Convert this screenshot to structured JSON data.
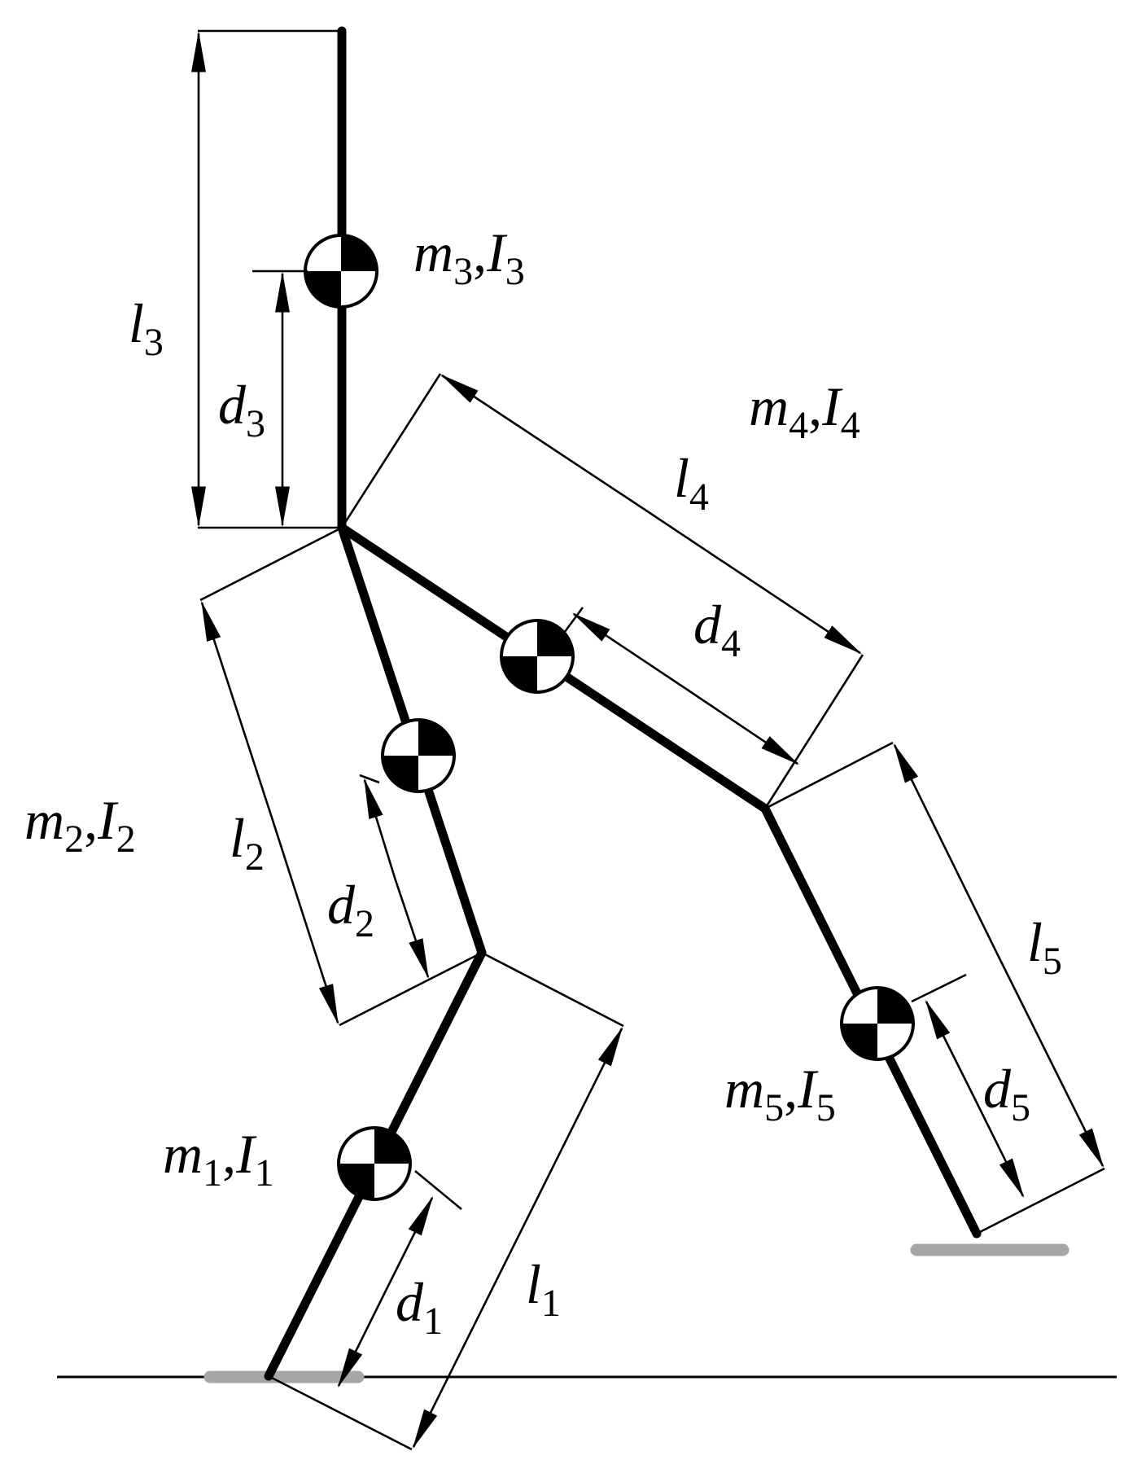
{
  "colors": {
    "ink": "#000000",
    "foot": "#a6a6a6",
    "background": "#ffffff"
  },
  "labels": {
    "l3": {
      "base": "l",
      "sub": "3"
    },
    "d3": {
      "base": "d",
      "sub": "3"
    },
    "m3": {
      "m": "m",
      "msub": "3",
      "sep": ",",
      "i": "I",
      "isub": "3"
    },
    "m4": {
      "m": "m",
      "msub": "4",
      "sep": ",",
      "i": "I",
      "isub": "4"
    },
    "l4": {
      "base": "l",
      "sub": "4"
    },
    "d4": {
      "base": "d",
      "sub": "4"
    },
    "m2": {
      "m": "m",
      "msub": "2",
      "sep": ",",
      "i": "I",
      "isub": "2"
    },
    "l2": {
      "base": "l",
      "sub": "2"
    },
    "d2": {
      "base": "d",
      "sub": "2"
    },
    "l5": {
      "base": "l",
      "sub": "5"
    },
    "d5": {
      "base": "d",
      "sub": "5"
    },
    "m5": {
      "m": "m",
      "msub": "5",
      "sep": ",",
      "i": "I",
      "isub": "5"
    },
    "m1": {
      "m": "m",
      "msub": "1",
      "sep": ",",
      "i": "I",
      "isub": "1"
    },
    "d1": {
      "base": "d",
      "sub": "1"
    },
    "l1": {
      "base": "l",
      "sub": "1"
    }
  },
  "icons": [
    "center-of-mass-icon",
    "arrowhead-icon"
  ]
}
